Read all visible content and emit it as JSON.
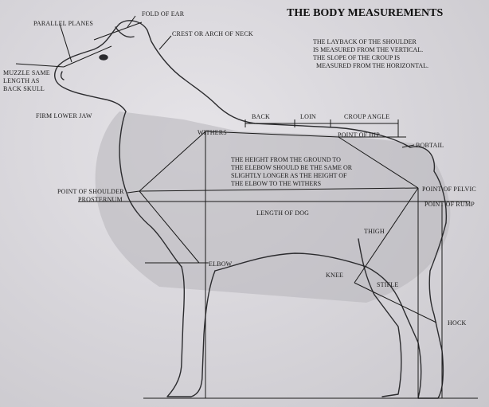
{
  "title": "THE BODY MEASUREMENTS",
  "notes": {
    "layback_1": "THE LAYBACK OF THE SHOULDER",
    "layback_2": "IS MEASURED FROM THE VERTICAL.",
    "layback_3": "THE SLOPE OF THE CROUP IS",
    "layback_4": "MEASURED FROM THE HORIZONTAL.",
    "height_1": "THE HEIGHT FROM THE GROUND TO",
    "height_2": "THE ELEBOW SHOULD BE THE SAME OR",
    "height_3": "SLIGHTLY LONGER AS THE HEIGHT OF",
    "height_4": "THE ELBOW TO THE WITHERS"
  },
  "labels": {
    "fold_of_ear": "FOLD OF EAR",
    "parallel_planes": "PARALLEL PLANES",
    "crest_of_neck": "CREST OR ARCH OF NECK",
    "muzzle_1": "MUZZLE SAME",
    "muzzle_2": "LENGTH AS",
    "muzzle_3": "BACK SKULL",
    "firm_lower_jaw": "FIRM LOWER JAW",
    "withers": "WITHERS",
    "back": "BACK",
    "loin": "LOIN",
    "croup_angle": "CROUP ANGLE",
    "point_of_hip": "POINT OF HIP",
    "bobtail": "BOBTAIL",
    "point_of_shoulder": "POINT OF SHOULDER",
    "prosternum": "PROSTERNUM",
    "point_of_pelvic": "POINT OF PELVIC",
    "point_of_rump": "POINT OF RUMP",
    "length_of_dog": "LENGTH OF DOG",
    "thigh": "THIGH",
    "elbow": "ELBOW",
    "knee": "KNEE",
    "stifle": "STIFLE",
    "hock": "HOCK"
  },
  "colors": {
    "paper": "#dcdadf",
    "ink": "#1a1a1a",
    "shade": "#8f8d93"
  }
}
